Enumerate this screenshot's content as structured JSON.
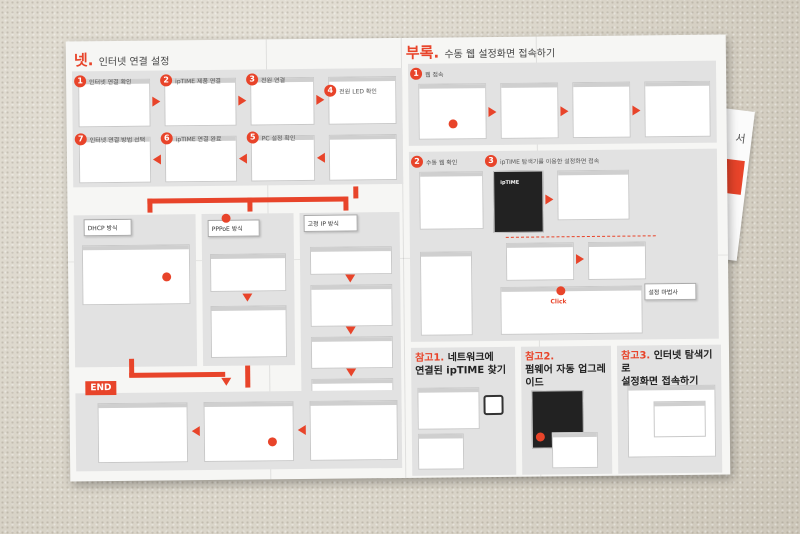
{
  "scene": {
    "description_colors": {
      "accent": "#e8442a",
      "paper": "#f6f6f4",
      "panel": "#e2e2e2",
      "carpet": "#d9d4c8"
    }
  },
  "left_section": {
    "marker": "넷.",
    "title": "인터넷 연결 설정",
    "steps": [
      {
        "n": "1",
        "label": "인터넷 연결 확인"
      },
      {
        "n": "2",
        "label": "ipTIME 제품 연결"
      },
      {
        "n": "3",
        "label": "전원 연결"
      },
      {
        "n": "4",
        "label": "전원 LED 확인"
      },
      {
        "n": "5",
        "label": "PC 설정 확인"
      },
      {
        "n": "6",
        "label": "ipTIME 연결 완료"
      },
      {
        "n": "7",
        "label": "인터넷 연결 방법 선택"
      }
    ],
    "branches": [
      {
        "name": "DHCP 방식"
      },
      {
        "name": "PPPoE 방식"
      },
      {
        "name": "고정 IP 방식"
      }
    ],
    "end_label": "END"
  },
  "right_section": {
    "marker": "부록.",
    "title": "수동 웹 설정화면 접속하기",
    "steps": [
      {
        "n": "1",
        "label": "웹 접속"
      },
      {
        "n": "2",
        "label": "수동 웹 확인"
      },
      {
        "n": "3",
        "label": "ipTIME 탐색기를 이용한 설정화면 접속"
      }
    ],
    "callout": "설정 마법사",
    "click_label": "Click"
  },
  "references": [
    {
      "tag": "참고1.",
      "line1": "네트워크에",
      "line2": "연결된 ipTIME 찾기"
    },
    {
      "tag": "참고2.",
      "line1": "",
      "line2": "펌웨어 자동 업그레이드"
    },
    {
      "tag": "참고3.",
      "line1": "인터넷 탐색기로",
      "line2": "설정화면 접속하기"
    }
  ],
  "brand": "ipTIME",
  "back_sheet_char": "서"
}
